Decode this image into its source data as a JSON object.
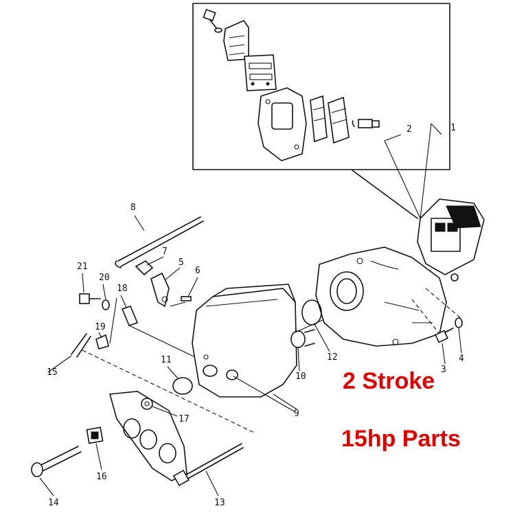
{
  "diagram": {
    "part_numbers": [
      "1",
      "2",
      "3",
      "4",
      "5",
      "6",
      "7",
      "8",
      "9",
      "10",
      "11",
      "12",
      "13",
      "14",
      "15",
      "16",
      "17",
      "18",
      "19",
      "20",
      "21"
    ]
  },
  "captions": {
    "line1": "2 Stroke",
    "line2": "15hp Parts",
    "color": "#e00000"
  }
}
